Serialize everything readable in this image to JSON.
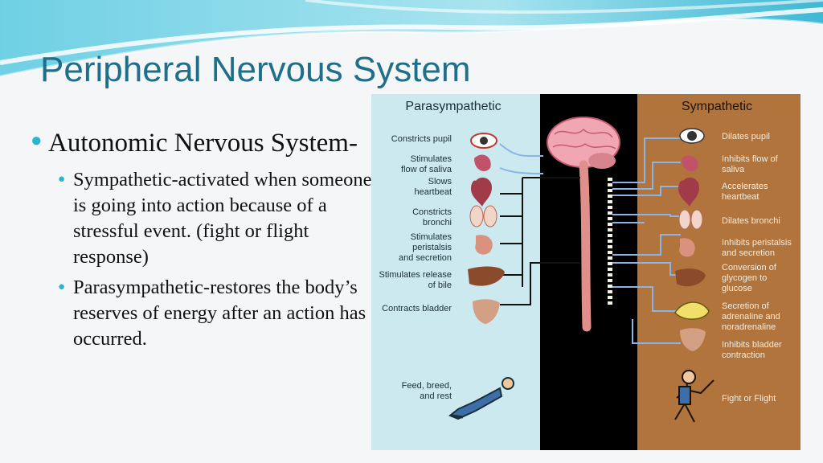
{
  "slide": {
    "title": "Peripheral Nervous System",
    "bullet": "Autonomic Nervous System-",
    "sub_bullets": [
      "Sympathetic-activated when someone is going into action because of a stressful event. (fight or flight response)",
      "Parasympathetic-restores the body’s reserves of energy after an action has occurred."
    ]
  },
  "diagram": {
    "left_header": "Parasympathetic",
    "right_header": "Sympathetic",
    "left_labels": [
      [
        "Constricts pupil"
      ],
      [
        "Stimulates",
        "flow of saliva"
      ],
      [
        "Slows",
        "heartbeat"
      ],
      [
        "Constricts",
        "bronchi"
      ],
      [
        "Stimulates",
        "peristalsis",
        "and secretion"
      ],
      [
        "Stimulates release",
        "of bile"
      ],
      [
        "Contracts bladder"
      ],
      [
        "Feed, breed,",
        "and rest"
      ]
    ],
    "right_labels": [
      [
        "Dilates pupil"
      ],
      [
        "Inhibits flow of",
        "saliva"
      ],
      [
        "Accelerates",
        "heartbeat"
      ],
      [
        "Dilates bronchi"
      ],
      [
        "Inhibits peristalsis",
        "and secretion"
      ],
      [
        "Conversion of",
        "glycogen to",
        "glucose"
      ],
      [
        "Secretion of",
        "adrenaline and",
        "noradrenaline"
      ],
      [
        "Inhibits bladder",
        "contraction"
      ],
      [
        "Fight or Flight"
      ]
    ],
    "colors": {
      "parasympathetic_bg": "#cbe9ef",
      "center_bg": "#000000",
      "sympathetic_bg": "#b0743c",
      "nerve_line": "#8ab4e8"
    }
  }
}
